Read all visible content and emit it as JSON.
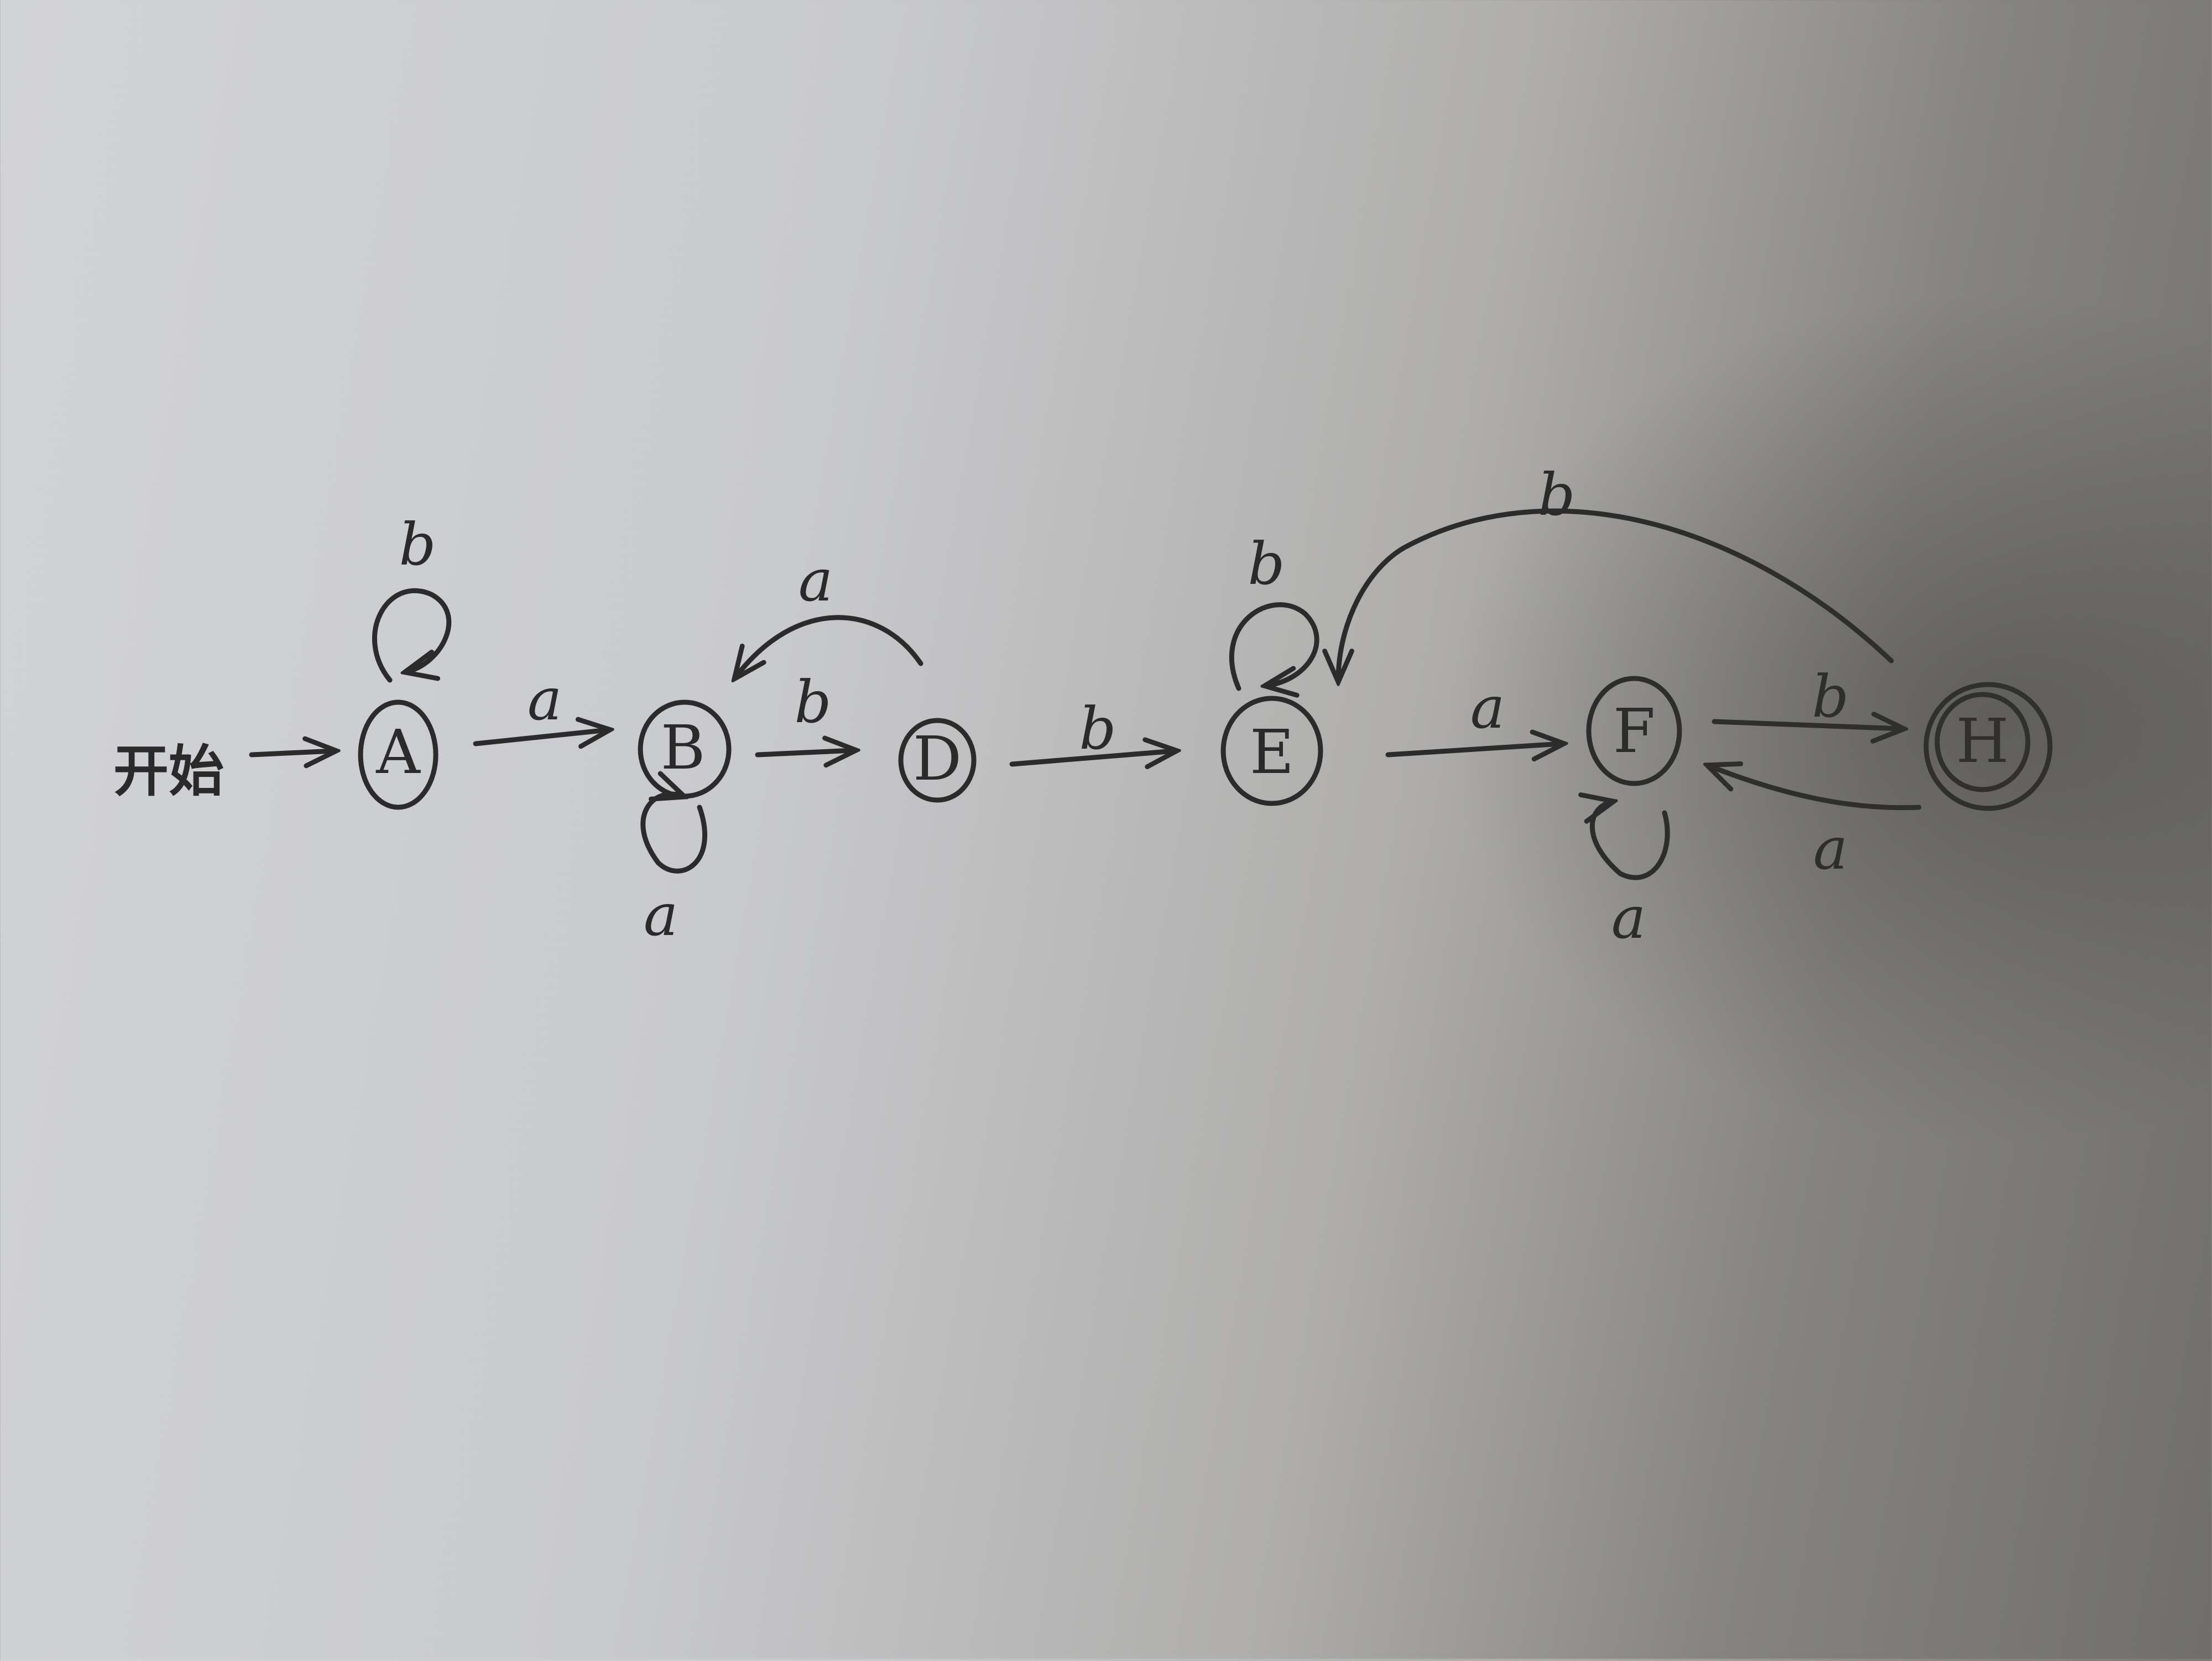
{
  "start_label": "开始",
  "nodes": [
    {
      "id": "A",
      "label": "A",
      "accepting": false
    },
    {
      "id": "B",
      "label": "B",
      "accepting": false
    },
    {
      "id": "D",
      "label": "D",
      "accepting": false
    },
    {
      "id": "E",
      "label": "E",
      "accepting": false
    },
    {
      "id": "F",
      "label": "F",
      "accepting": false
    },
    {
      "id": "H",
      "label": "H",
      "accepting": true
    }
  ],
  "edges": [
    {
      "from": "A",
      "to": "A",
      "label": "b"
    },
    {
      "from": "A",
      "to": "B",
      "label": "a"
    },
    {
      "from": "B",
      "to": "B",
      "label": "a"
    },
    {
      "from": "B",
      "to": "D",
      "label": "b"
    },
    {
      "from": "D",
      "to": "B",
      "label": "a"
    },
    {
      "from": "D",
      "to": "E",
      "label": "b"
    },
    {
      "from": "E",
      "to": "E",
      "label": "b"
    },
    {
      "from": "E",
      "to": "F",
      "label": "a"
    },
    {
      "from": "F",
      "to": "F",
      "label": "a"
    },
    {
      "from": "F",
      "to": "H",
      "label": "b"
    },
    {
      "from": "H",
      "to": "F",
      "label": "a"
    },
    {
      "from": "H",
      "to": "E",
      "label": "b"
    }
  ],
  "colors": {
    "ink": "#2b2b2b",
    "paper": "#c9cacd"
  }
}
